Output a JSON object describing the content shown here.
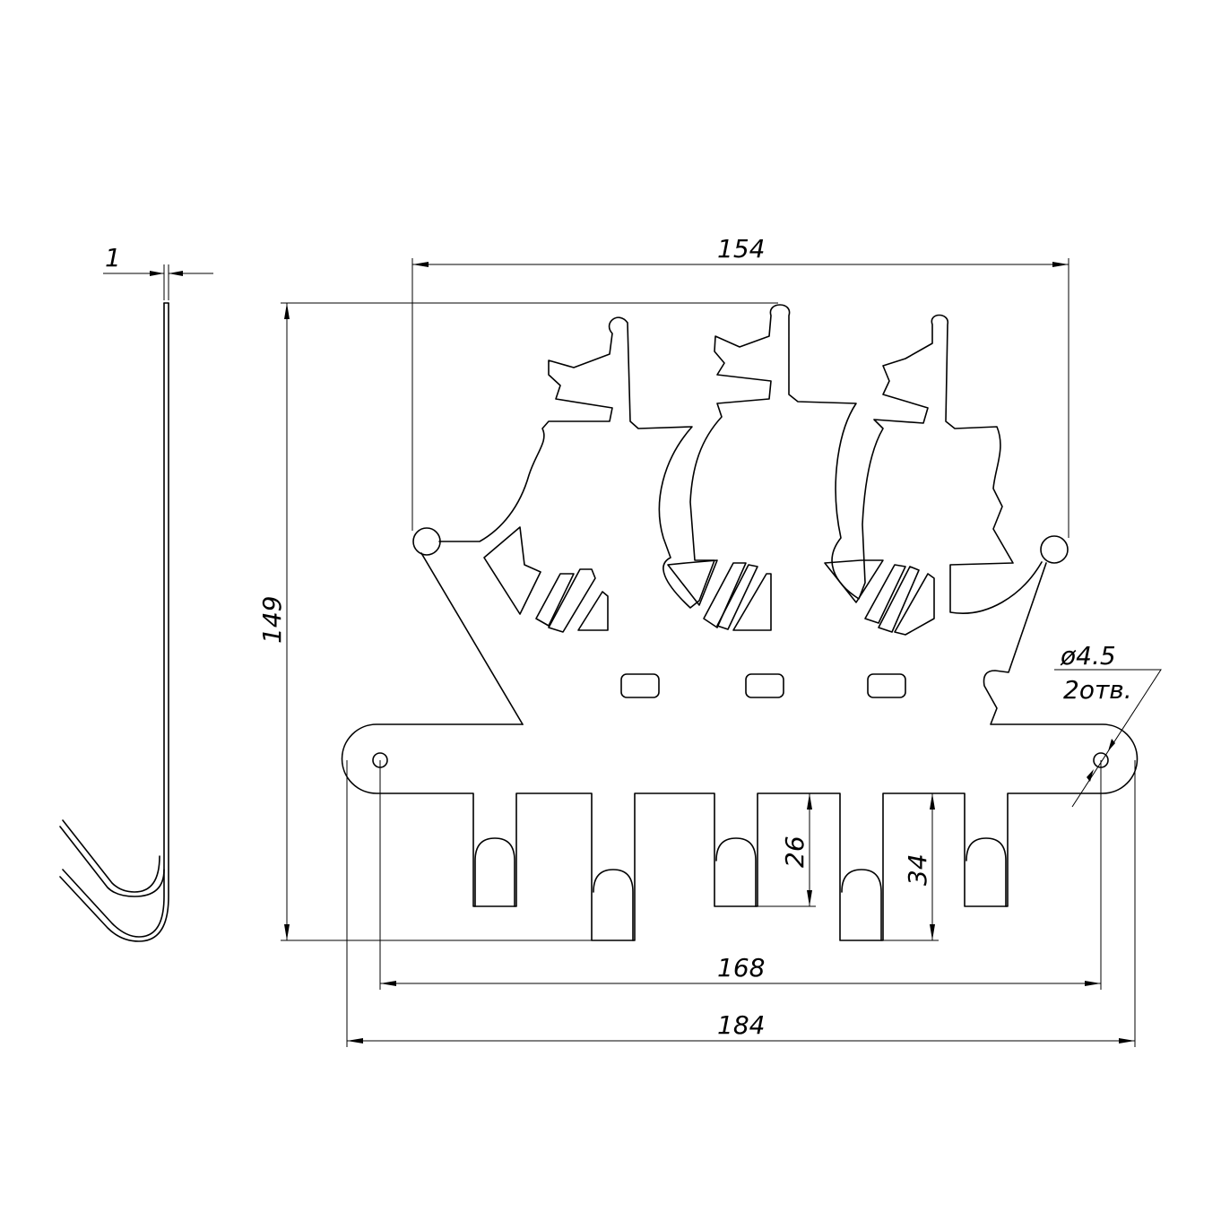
{
  "drawing": {
    "dimensions": {
      "thickness": "1",
      "top_width": "154",
      "height": "149",
      "hole_spacing": "168",
      "overall_width": "184",
      "short_slot": "26",
      "long_slot": "34"
    },
    "hole_note": {
      "diameter": "ø4.5",
      "count": "2отв."
    }
  }
}
